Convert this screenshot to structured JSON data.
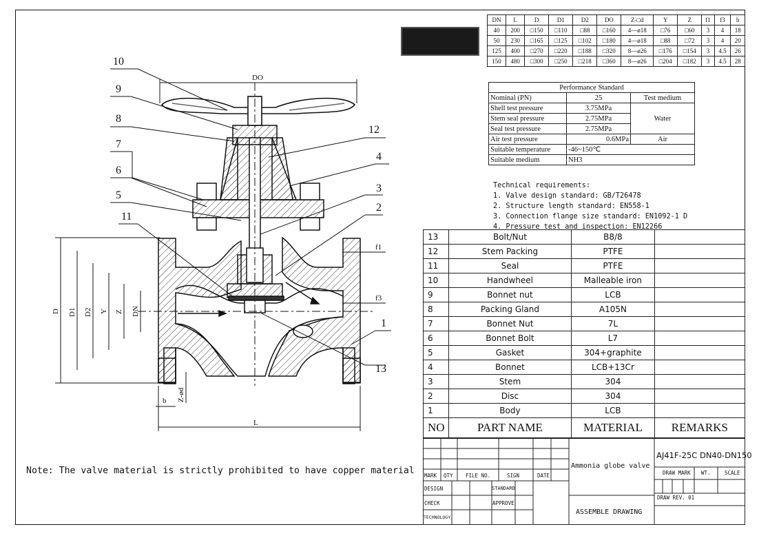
{
  "dimension_table": {
    "headers": [
      "DN",
      "L",
      "D",
      "D1",
      "D2",
      "DO",
      "Z-□d",
      "Y",
      "Z",
      "f1",
      "f3",
      "b"
    ],
    "rows": [
      [
        "40",
        "200",
        "□150",
        "□110",
        "□88",
        "□160",
        "4—ø18",
        "□76",
        "□60",
        "3",
        "4",
        "18"
      ],
      [
        "50",
        "230",
        "□165",
        "□125",
        "□102",
        "□180",
        "4—ø18",
        "□88",
        "□72",
        "3",
        "4",
        "20"
      ],
      [
        "125",
        "400",
        "□270",
        "□220",
        "□188",
        "□320",
        "8—ø26",
        "□176",
        "□154",
        "3",
        "4.5",
        "26"
      ],
      [
        "150",
        "480",
        "□300",
        "□250",
        "□218",
        "□360",
        "8—ø26",
        "□204",
        "□182",
        "3",
        "4.5",
        "28"
      ]
    ]
  },
  "performance": {
    "title": "Performance Standard",
    "nominal_label": "Nominal (PN)",
    "nominal_value": "25",
    "medium_header": "Test medium",
    "rows": [
      {
        "label": "Shell test pressure",
        "value": "3.75MPa"
      },
      {
        "label": "Stem seal pressure",
        "value": "2.75MPa"
      },
      {
        "label": "Seal test pressure",
        "value": "2.75MPa"
      },
      {
        "label": "Air test pressure",
        "value": "0.6MPa"
      }
    ],
    "water": "Water",
    "air": "Air",
    "temp_label": "Suitable temperature",
    "temp_value": "-46~150℃",
    "medium_label": "Suitable medium",
    "medium_value": "NH3"
  },
  "technical": {
    "title": "Technical requirements:",
    "items": [
      "1. Valve design standard: GB/T26478",
      "2. Structure length standard: EN558-1",
      "3. Connection flange size standard: EN1092-1 D",
      "4. Pressure test and inspection: EN12266"
    ]
  },
  "parts": {
    "rows": [
      {
        "no": "13",
        "name": "Bolt/Nut",
        "material": "B8/8"
      },
      {
        "no": "12",
        "name": "Stem Packing",
        "material": "PTFE"
      },
      {
        "no": "11",
        "name": "Seal",
        "material": "PTFE"
      },
      {
        "no": "10",
        "name": "Handwheel",
        "material": "Malleable iron"
      },
      {
        "no": "9",
        "name": "Bonnet nut",
        "material": "LCB"
      },
      {
        "no": "8",
        "name": "Packing Gland",
        "material": "A105N"
      },
      {
        "no": "7",
        "name": "Bonnet Nut",
        "material": "7L"
      },
      {
        "no": "6",
        "name": "Bonnet Bolt",
        "material": "L7"
      },
      {
        "no": "5",
        "name": "Gasket",
        "material": "304+graphite"
      },
      {
        "no": "4",
        "name": "Bonnet",
        "material": "LCB+13Cr"
      },
      {
        "no": "3",
        "name": "Stem",
        "material": "304"
      },
      {
        "no": "2",
        "name": "Disc",
        "material": "304"
      },
      {
        "no": "1",
        "name": "Body",
        "material": "LCB"
      }
    ],
    "header": {
      "no": "NO",
      "name": "PART NAME",
      "material": "MATERIAL",
      "remarks": "REMARKS"
    }
  },
  "title_block": {
    "mark": "MARK",
    "qty": "QTY",
    "file_no": "FILE NO.",
    "sign": "SIGN",
    "date": "DATE",
    "design": "DESIGN",
    "check": "CHECK",
    "technology": "TECHNOLOGY",
    "standard": "STANDARD",
    "approve": "APPROVE",
    "product": "Ammonia globe valve",
    "model": "AJ41F-25C DN40-DN150",
    "draw_mark": "DRAW MARK",
    "wt": "WT.",
    "scale": "SCALE",
    "draw_rev": "DRAW REV. 01",
    "assemble": "ASSEMBLE DRAWING"
  },
  "note": "Note: The valve material is strictly prohibited to have copper material",
  "drawing": {
    "callouts": [
      "10",
      "9",
      "8",
      "7",
      "6",
      "5",
      "11",
      "12",
      "4",
      "3",
      "2",
      "1",
      "13"
    ],
    "dims": {
      "do": "DO",
      "d": "D",
      "d1": "D1",
      "d2": "D2",
      "y": "Y",
      "z": "Z",
      "dn": "DN",
      "f1": "f1",
      "f3": "f3",
      "b": "b",
      "zd": "Z-ød",
      "l": "L"
    }
  }
}
